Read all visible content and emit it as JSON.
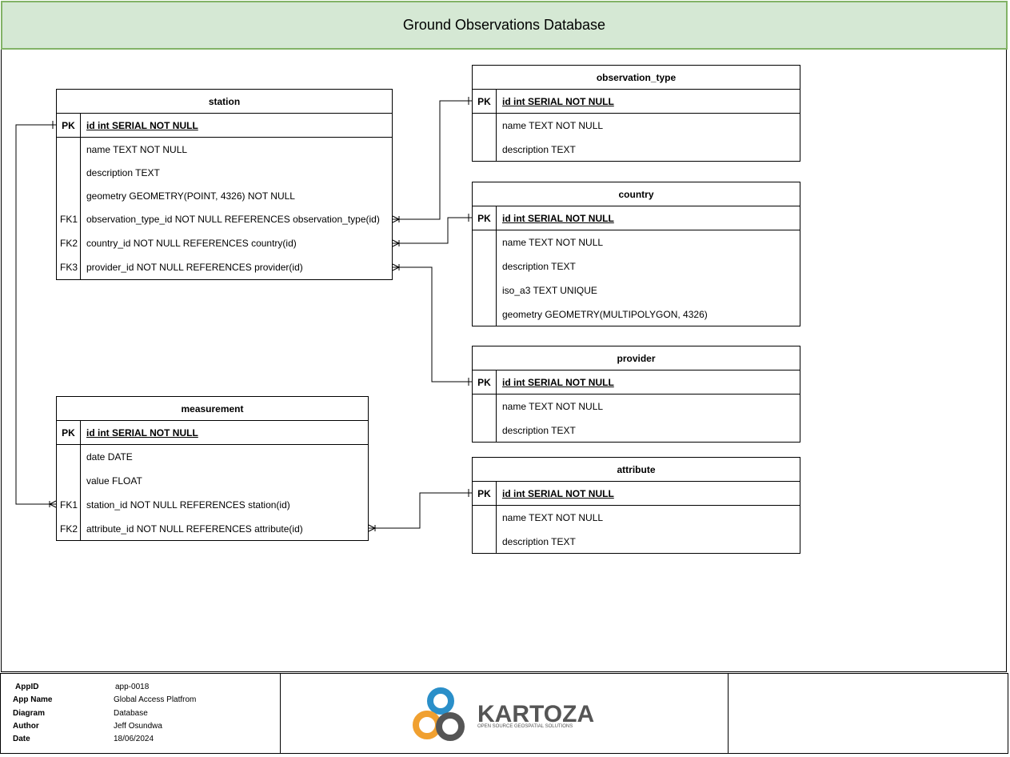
{
  "diagram": {
    "title": "Ground Observations Database"
  },
  "tables": {
    "station": {
      "name": "station",
      "pk": {
        "key": "PK",
        "field": "id int SERIAL NOT NULL"
      },
      "fields": [
        {
          "key": "",
          "field": "name TEXT NOT NULL"
        },
        {
          "key": "",
          "field": "description TEXT"
        },
        {
          "key": "",
          "field": "geometry GEOMETRY(POINT, 4326) NOT NULL"
        },
        {
          "key": "FK1",
          "field": "observation_type_id NOT NULL REFERENCES observation_type(id)"
        },
        {
          "key": "FK2",
          "field": "country_id NOT NULL REFERENCES country(id)"
        },
        {
          "key": "FK3",
          "field": "provider_id NOT NULL REFERENCES provider(id)"
        }
      ]
    },
    "observation_type": {
      "name": "observation_type",
      "pk": {
        "key": "PK",
        "field": "id int SERIAL NOT NULL"
      },
      "fields": [
        {
          "key": "",
          "field": "name TEXT NOT NULL"
        },
        {
          "key": "",
          "field": "description TEXT"
        }
      ]
    },
    "country": {
      "name": "country",
      "pk": {
        "key": "PK",
        "field": "id int SERIAL NOT NULL"
      },
      "fields": [
        {
          "key": "",
          "field": "name TEXT NOT NULL"
        },
        {
          "key": "",
          "field": "description TEXT"
        },
        {
          "key": "",
          "field": "iso_a3 TEXT UNIQUE"
        },
        {
          "key": "",
          "field": "geometry GEOMETRY(MULTIPOLYGON, 4326)"
        }
      ]
    },
    "provider": {
      "name": "provider",
      "pk": {
        "key": "PK",
        "field": "id int SERIAL NOT NULL"
      },
      "fields": [
        {
          "key": "",
          "field": "name TEXT NOT NULL"
        },
        {
          "key": "",
          "field": "description TEXT"
        }
      ]
    },
    "measurement": {
      "name": "measurement",
      "pk": {
        "key": "PK",
        "field": "id int SERIAL NOT NULL"
      },
      "fields": [
        {
          "key": "",
          "field": "date DATE"
        },
        {
          "key": "",
          "field": "value FLOAT"
        },
        {
          "key": "FK1",
          "field": "station_id NOT NULL REFERENCES station(id)"
        },
        {
          "key": "FK2",
          "field": "attribute_id NOT NULL REFERENCES attribute(id)"
        }
      ]
    },
    "attribute": {
      "name": "attribute",
      "pk": {
        "key": "PK",
        "field": "id int SERIAL NOT NULL"
      },
      "fields": [
        {
          "key": "",
          "field": "name TEXT NOT NULL"
        },
        {
          "key": "",
          "field": "description TEXT"
        }
      ]
    }
  },
  "footer": {
    "meta": [
      {
        "label": "AppID",
        "value": "app-0018"
      },
      {
        "label": "App Name",
        "value": "Global Access Platfrom"
      },
      {
        "label": "Diagram",
        "value": "Database"
      },
      {
        "label": "Author",
        "value": "Jeff Osundwa"
      },
      {
        "label": "Date",
        "value": "18/06/2024"
      }
    ],
    "logo": {
      "name": "KARTOZA",
      "tagline": "OPEN SOURCE GEOSPATIAL SOLUTIONS"
    }
  },
  "colors": {
    "title_fill": "#d5e8d4",
    "title_border": "#82b366",
    "logo_blue": "#2a8fc9",
    "logo_orange": "#f0a030",
    "logo_gray": "#555555"
  }
}
